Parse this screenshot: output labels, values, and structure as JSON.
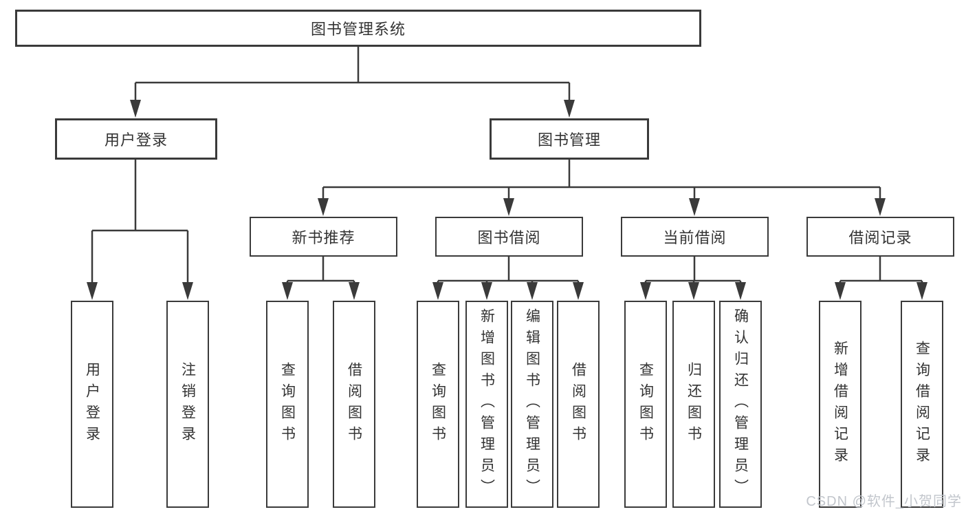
{
  "root": {
    "label": "图书管理系统"
  },
  "branches": [
    {
      "label": "用户登录",
      "leaves": [
        {
          "label": "用户登录"
        },
        {
          "label": "注销登录"
        }
      ]
    },
    {
      "label": "图书管理",
      "groups": [
        {
          "label": "新书推荐",
          "leaves": [
            {
              "label": "查询图书"
            },
            {
              "label": "借阅图书"
            }
          ]
        },
        {
          "label": "图书借阅",
          "leaves": [
            {
              "label": "查询图书"
            },
            {
              "label": "新增图书（管理员）"
            },
            {
              "label": "编辑图书（管理员）"
            },
            {
              "label": "借阅图书"
            }
          ]
        },
        {
          "label": "当前借阅",
          "leaves": [
            {
              "label": "查询图书"
            },
            {
              "label": "归还图书"
            },
            {
              "label": "确认归还（管理员）"
            }
          ]
        },
        {
          "label": "借阅记录",
          "leaves": [
            {
              "label": "新增借阅记录"
            },
            {
              "label": "查询借阅记录"
            }
          ]
        }
      ]
    }
  ],
  "watermark": {
    "text": "CSDN @软件_小贺同学"
  },
  "colors": {
    "line": "#3a3a3a",
    "text": "#333333",
    "watermark": "#c2c6cc",
    "background": "#ffffff"
  }
}
